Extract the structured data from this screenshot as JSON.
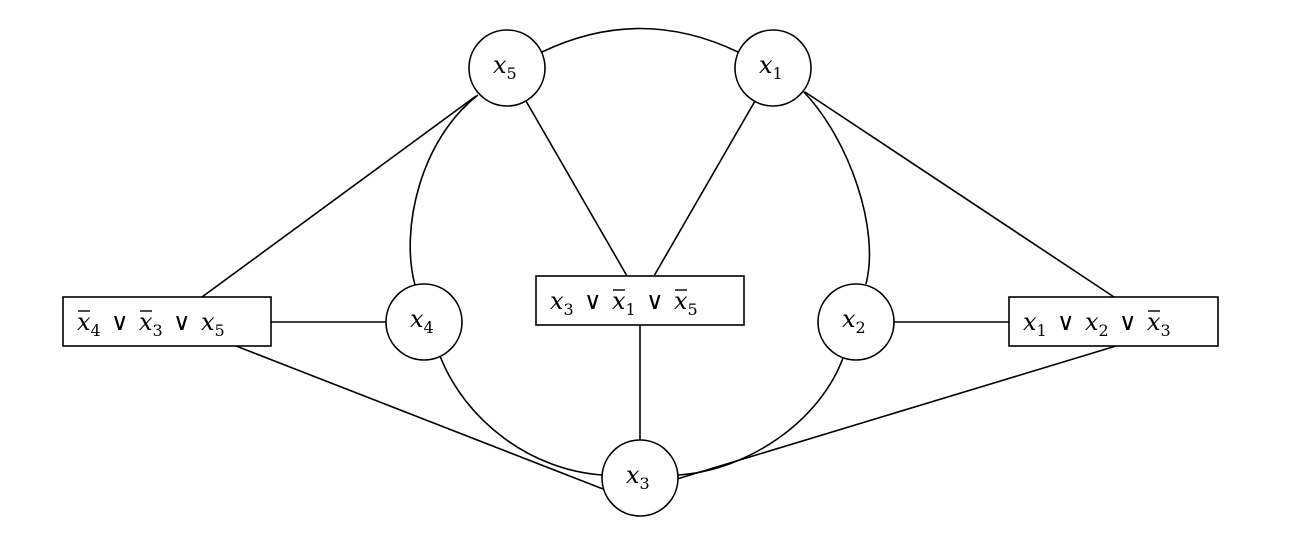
{
  "nodes": [
    {
      "id": "x5",
      "var": "x",
      "sub": "5"
    },
    {
      "id": "x1",
      "var": "x",
      "sub": "1"
    },
    {
      "id": "x4",
      "var": "x",
      "sub": "4"
    },
    {
      "id": "x2",
      "var": "x",
      "sub": "2"
    },
    {
      "id": "x3",
      "var": "x",
      "sub": "3"
    }
  ],
  "clauses": [
    {
      "id": "clause-left",
      "literals": [
        {
          "var": "x",
          "sub": "4",
          "negated": true
        },
        {
          "var": "x",
          "sub": "3",
          "negated": true
        },
        {
          "var": "x",
          "sub": "5",
          "negated": false
        }
      ]
    },
    {
      "id": "clause-center",
      "literals": [
        {
          "var": "x",
          "sub": "3",
          "negated": false
        },
        {
          "var": "x",
          "sub": "1",
          "negated": true
        },
        {
          "var": "x",
          "sub": "5",
          "negated": true
        }
      ]
    },
    {
      "id": "clause-right",
      "literals": [
        {
          "var": "x",
          "sub": "1",
          "negated": false
        },
        {
          "var": "x",
          "sub": "2",
          "negated": false
        },
        {
          "var": "x",
          "sub": "3",
          "negated": true
        }
      ]
    }
  ],
  "operator": "∨",
  "edges": [
    [
      "x5",
      "x1"
    ],
    [
      "x1",
      "x2"
    ],
    [
      "x2",
      "x3"
    ],
    [
      "x3",
      "x4"
    ],
    [
      "x4",
      "x5"
    ],
    [
      "x5",
      "clause-center"
    ],
    [
      "x1",
      "clause-center"
    ],
    [
      "x3",
      "clause-center"
    ],
    [
      "x5",
      "clause-left"
    ],
    [
      "x4",
      "clause-left"
    ],
    [
      "x3",
      "clause-left"
    ],
    [
      "x1",
      "clause-right"
    ],
    [
      "x2",
      "clause-right"
    ],
    [
      "x3",
      "clause-right"
    ]
  ]
}
